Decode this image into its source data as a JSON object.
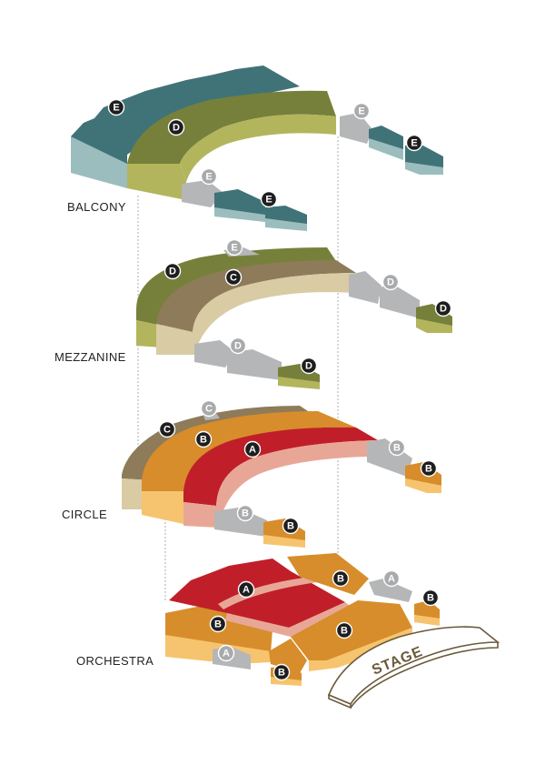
{
  "levels": {
    "balcony": "BALCONY",
    "mezzanine": "MEZZANINE",
    "circle": "CIRCLE",
    "orchestra": "ORCHESTRA"
  },
  "stage": "STAGE",
  "sections": {
    "a": "A",
    "b": "B",
    "c": "C",
    "d": "D",
    "e": "E"
  },
  "colors": {
    "a_top": "#c01f2a",
    "a_side": "#e8a796",
    "b_top": "#d78d2b",
    "b_side": "#f6c46e",
    "c_top": "#8e7b5a",
    "c_side": "#d9cba4",
    "d_top": "#76803a",
    "d_side": "#b2b55c",
    "e_top": "#3f7378",
    "e_side": "#9cbdbd",
    "gray_top": "#b5b6b8",
    "gray_side": "#d9dadb",
    "badge_dark": "#1e1e1e",
    "badge_light": "#a9aaac",
    "stage_stroke": "#6b5a3a"
  }
}
